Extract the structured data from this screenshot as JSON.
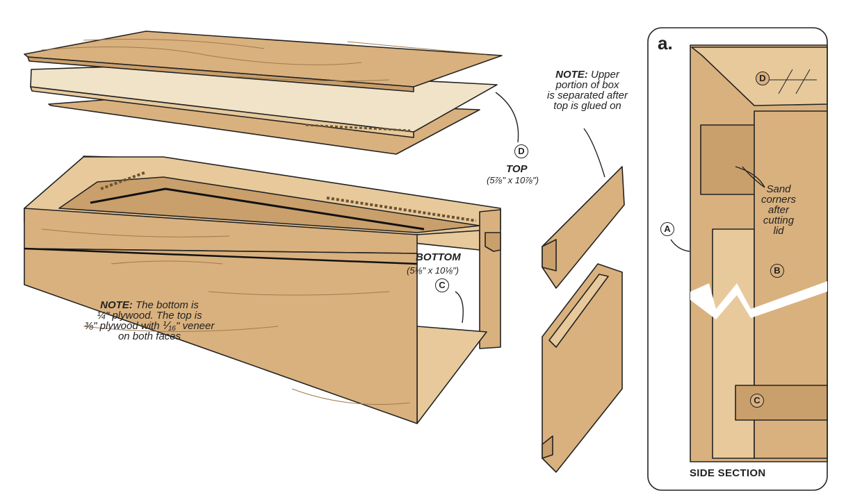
{
  "labels": {
    "D": "D",
    "A": "A",
    "B": "B",
    "C": "C"
  },
  "top": {
    "title": "TOP",
    "size": "(5⅞\" x 10⅞\")"
  },
  "bottom": {
    "title": "BOTTOM",
    "size": "(5⅛\" x 10⅛\")"
  },
  "note_bottom": {
    "lead": "NOTE:",
    "line1": " The bottom is",
    "line2": "¼\" plywood. The top is",
    "line3": "⅜\" plywood with ⅟₁₆\" veneer",
    "line4": "on both faces"
  },
  "note_upper": {
    "lead": "NOTE:",
    "line1": " Upper",
    "line2": "portion of box",
    "line3": "is separated after",
    "line4": "top is glued on"
  },
  "sand_note": {
    "line1": "Sand",
    "line2": "corners",
    "line3": "after",
    "line4": "cutting",
    "line5": "lid"
  },
  "section": {
    "letter": "a.",
    "title": "SIDE SECTION"
  },
  "colors": {
    "wood": "#d9b17e",
    "wood_light": "#e7c99c",
    "wood_dark": "#c99f6c",
    "plywood_light": "#f0e3c8",
    "outline": "#222222"
  }
}
